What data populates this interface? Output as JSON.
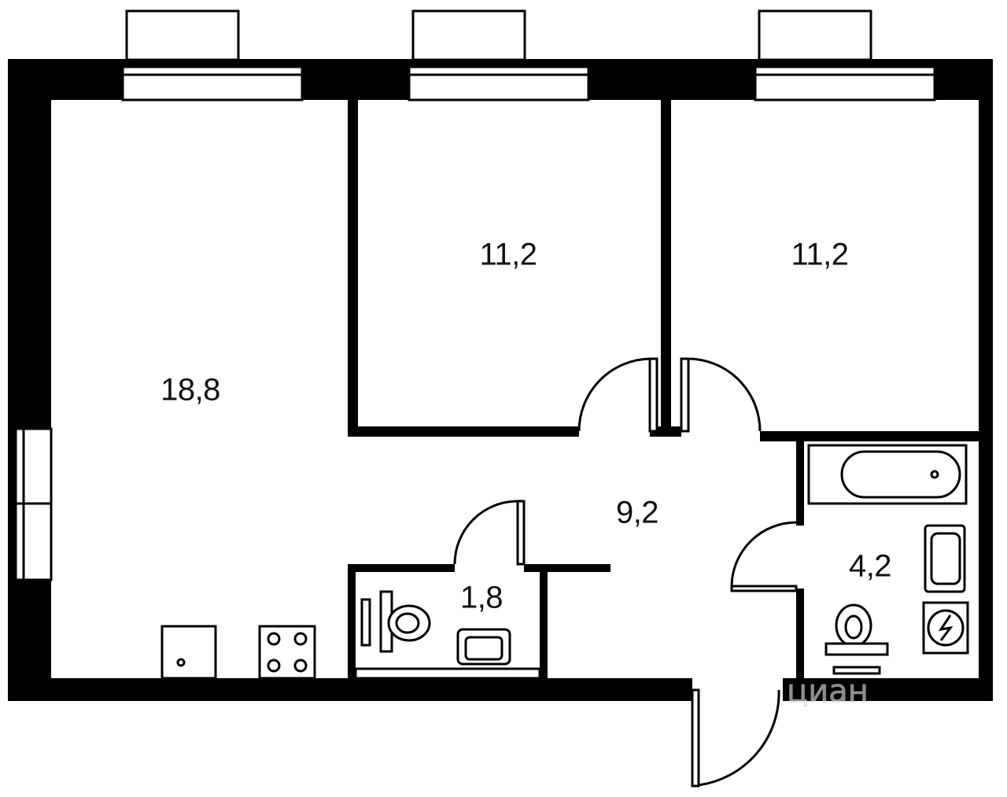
{
  "plan": {
    "rooms": [
      {
        "id": "living-kitchen",
        "area": "18,8"
      },
      {
        "id": "bedroom-1",
        "area": "11,2"
      },
      {
        "id": "bedroom-2",
        "area": "11,2"
      },
      {
        "id": "hallway",
        "area": "9,2"
      },
      {
        "id": "toilet",
        "area": "1,8"
      },
      {
        "id": "bathroom",
        "area": "4,2"
      }
    ],
    "watermark": "циан",
    "colors": {
      "wall": "#000000",
      "background": "#ffffff",
      "line": "#111111"
    },
    "icons": [
      "window-icon",
      "door-icon",
      "bathtub-icon",
      "sink-icon",
      "toilet-icon",
      "washing-machine-icon",
      "stove-icon",
      "kitchen-sink-icon"
    ]
  }
}
